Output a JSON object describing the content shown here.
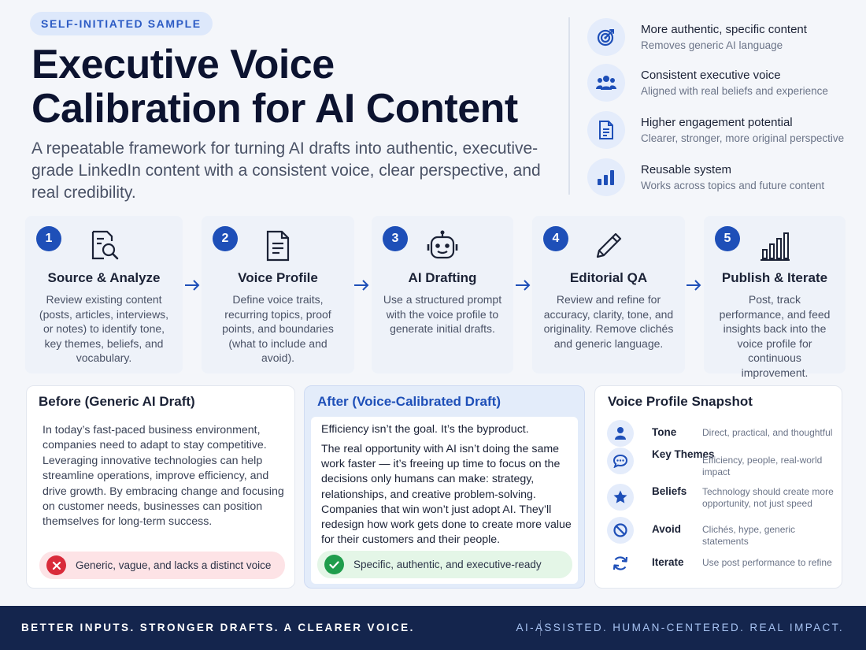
{
  "header": {
    "tag": "SELF-INITIATED SAMPLE",
    "title_line1": "Executive Voice",
    "title_line2": "Calibration for AI Content",
    "subtitle": "A repeatable framework for turning AI drafts into authentic, executive-grade LinkedIn content with a consistent voice, clear perspective, and real credibility."
  },
  "benefits": [
    {
      "icon": "target-icon",
      "title": "More authentic, specific content",
      "subtitle": "Removes generic AI language"
    },
    {
      "icon": "people-icon",
      "title": "Consistent executive voice",
      "subtitle": "Aligned with real beliefs and experience"
    },
    {
      "icon": "document-icon",
      "title": "Higher engagement potential",
      "subtitle": "Clearer, stronger, more original perspective"
    },
    {
      "icon": "bar-chart-icon",
      "title": "Reusable system",
      "subtitle": "Works across topics and future content"
    }
  ],
  "steps": [
    {
      "number": "1",
      "icon": "search-document-icon",
      "title": "Source & Analyze",
      "description": "Review existing content (posts, articles, interviews, or notes) to identify tone, key themes, beliefs, and vocabulary."
    },
    {
      "number": "2",
      "icon": "document-icon",
      "title": "Voice Profile",
      "description": "Define voice traits, recurring topics, proof points, and boundaries (what to include and avoid)."
    },
    {
      "number": "3",
      "icon": "robot-icon",
      "title": "AI Drafting",
      "description": "Use a structured prompt with the voice profile to generate initial drafts."
    },
    {
      "number": "4",
      "icon": "pencil-icon",
      "title": "Editorial QA",
      "description": "Review and refine for accuracy, clarity, tone, and originality. Remove clichés and generic language."
    },
    {
      "number": "5",
      "icon": "bar-chart-icon",
      "title": "Publish & Iterate",
      "description": "Post, track performance, and feed insights back into the voice profile for continuous improvement."
    }
  ],
  "before": {
    "title": "Before (Generic AI Draft)",
    "text": "In today’s fast-paced business environment, companies need to adapt to stay competitive. Leveraging innovative technologies can help streamline operations, improve efficiency, and drive growth. By embracing change and focusing on customer needs, businesses can position themselves for long-term success.",
    "verdict": "Generic, vague, and lacks a distinct voice"
  },
  "after": {
    "title": "After (Voice-Calibrated Draft)",
    "line1": "Efficiency isn’t the goal. It’s the byproduct.",
    "text": "The real opportunity with AI isn’t doing the same work faster — it’s freeing up time to focus on the decisions only humans can make: strategy, relationships, and creative problem-solving. Companies that win won’t just adopt AI. They’ll redesign how work gets done to create more value for their customers and their people.",
    "verdict": "Specific, authentic, and executive-ready"
  },
  "snapshot": {
    "title": "Voice Profile Snapshot",
    "rows": [
      {
        "icon": "person-icon",
        "label": "Tone",
        "value": "Direct, practical, and thoughtful"
      },
      {
        "icon": "chat-icon",
        "label": "Key Themes",
        "value": "Efficiency, people, real-world impact"
      },
      {
        "icon": "star-icon",
        "label": "Beliefs",
        "value": "Technology should create more opportunity, not just speed"
      },
      {
        "icon": "block-icon",
        "label": "Avoid",
        "value": "Clichés, hype, generic statements"
      },
      {
        "icon": "refresh-icon",
        "label": "Iterate",
        "value": "Use post performance to refine"
      }
    ]
  },
  "footer": {
    "left": "BETTER INPUTS. STRONGER DRAFTS. A CLEARER VOICE.",
    "right": "AI-ASSISTED. HUMAN-CENTERED. REAL IMPACT."
  },
  "colors": {
    "accent": "#1e4fb8",
    "navy": "#14254d",
    "bad": "#d92b3a",
    "good": "#1f9d4c"
  }
}
